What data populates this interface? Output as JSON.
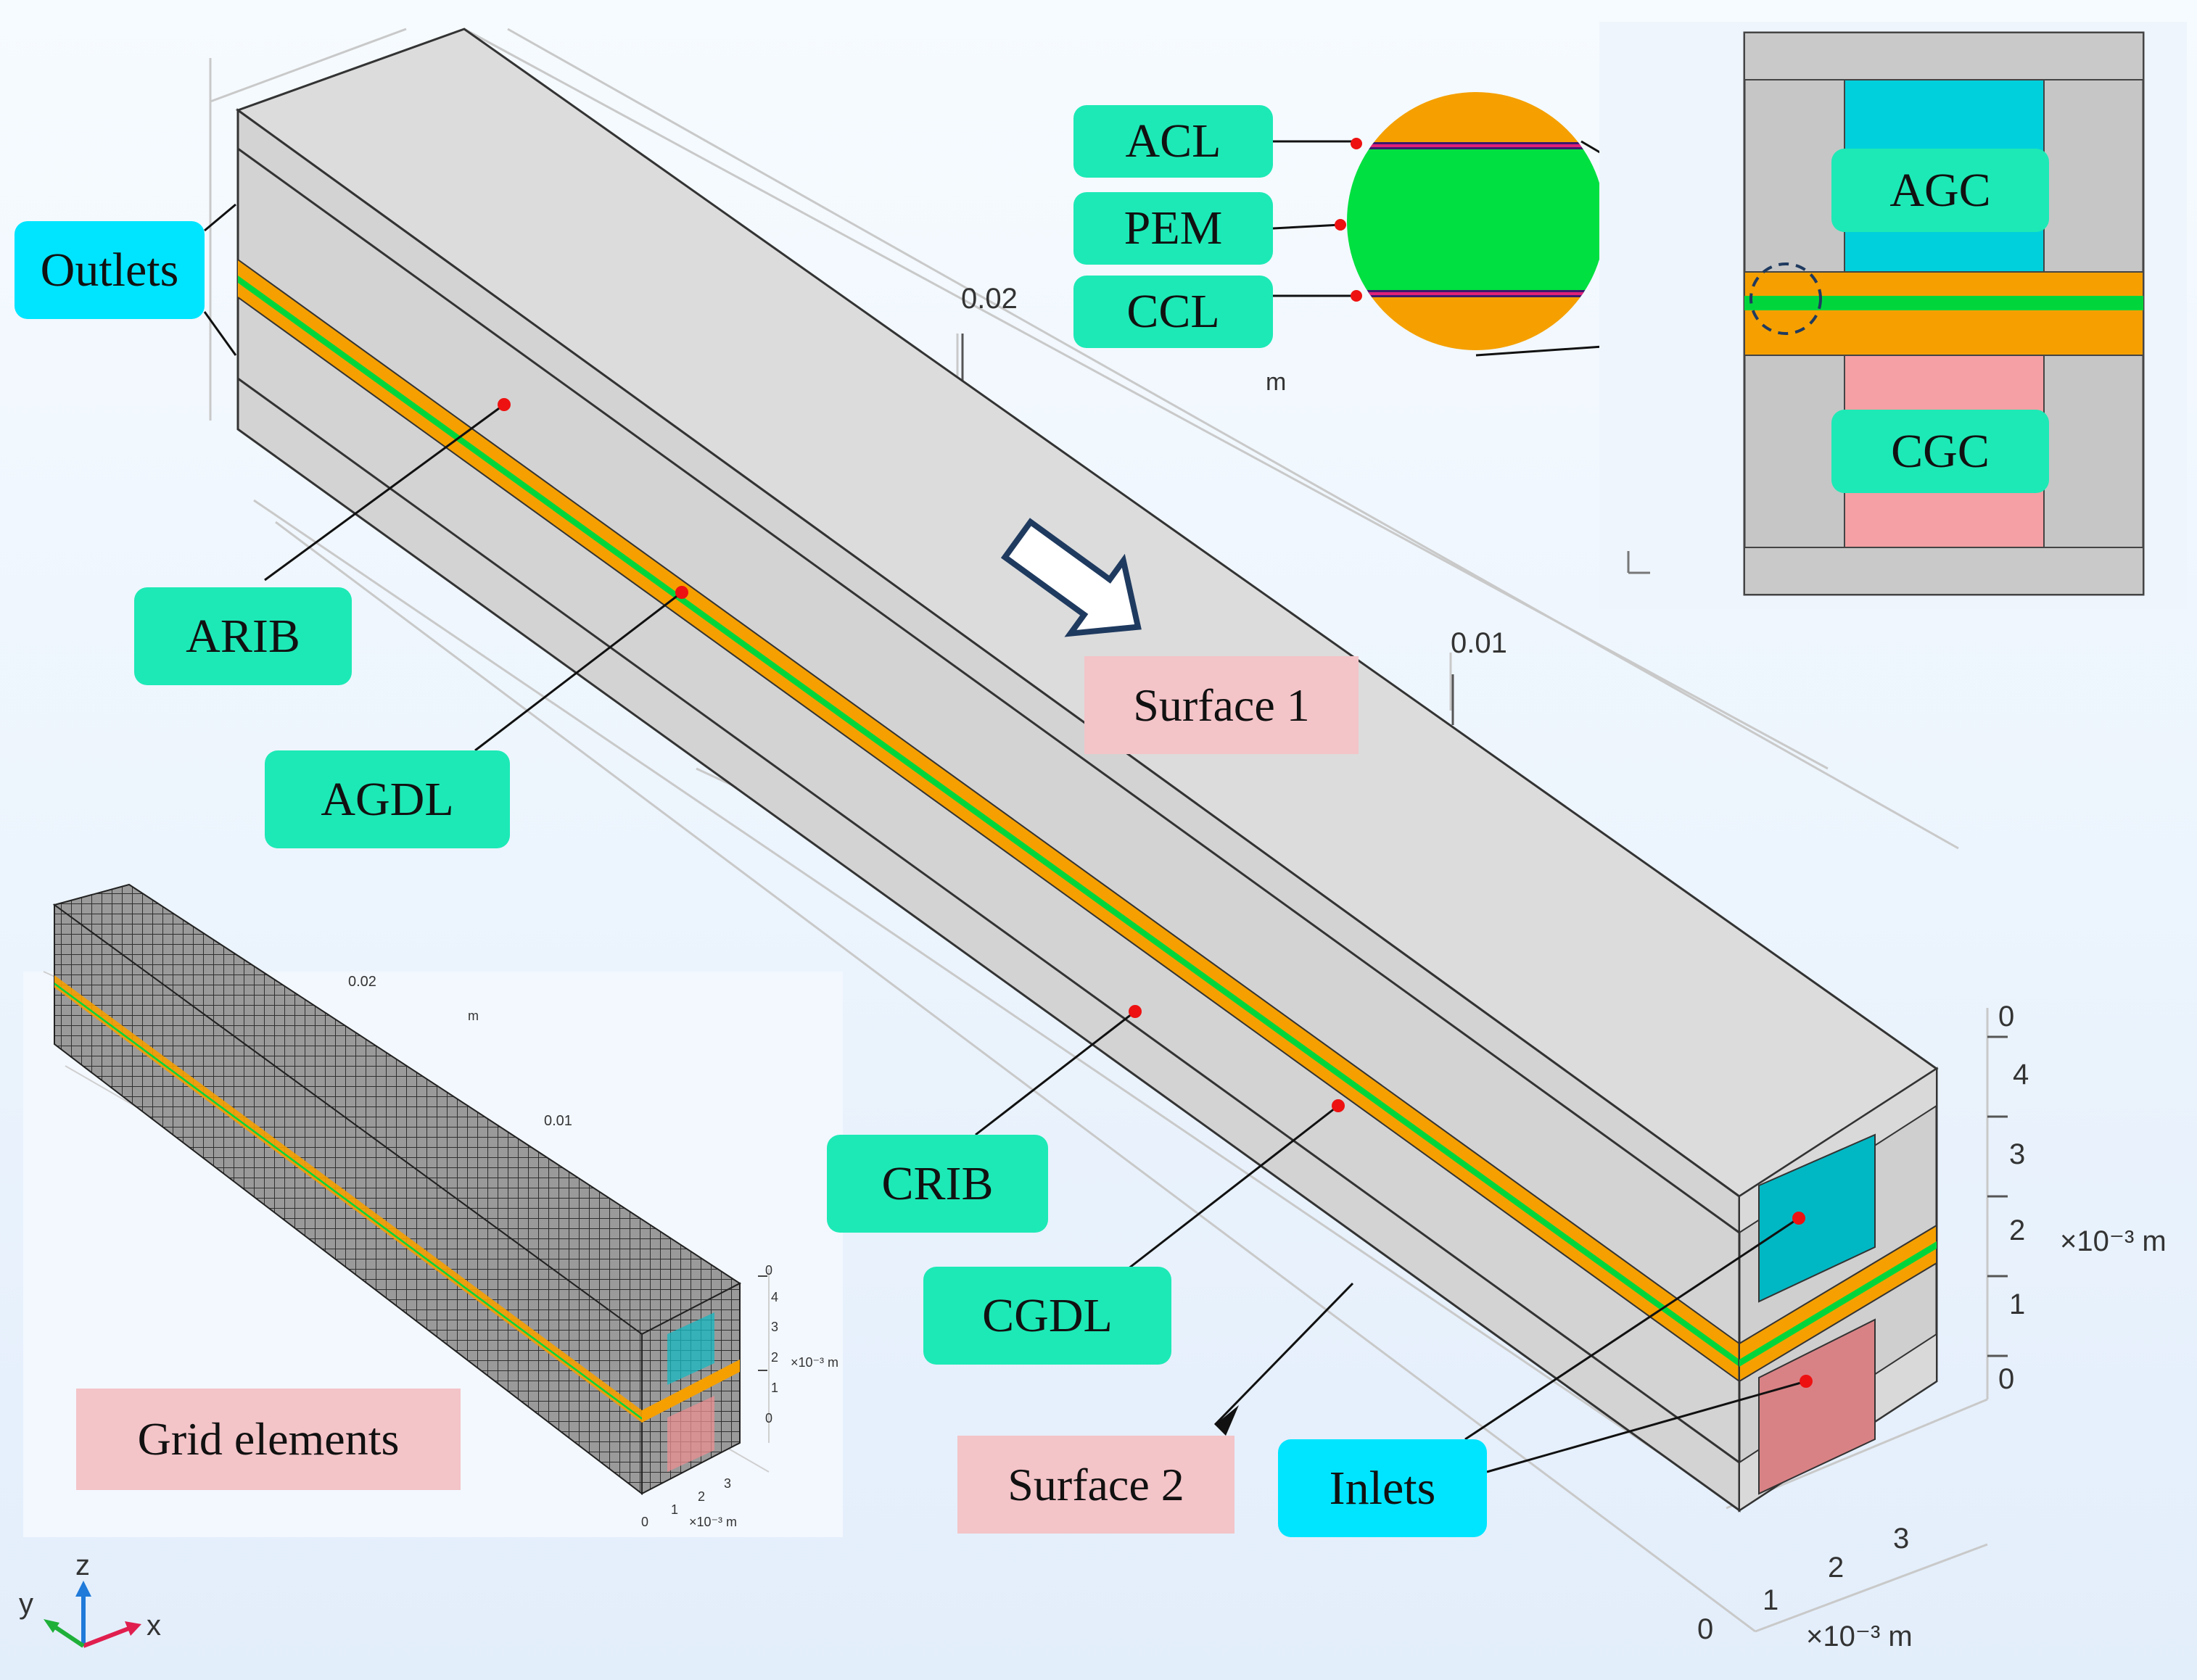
{
  "layer_labels": {
    "acl": "ACL",
    "pem": "PEM",
    "ccl": "CCL",
    "agc": "AGC",
    "cgc": "CGC",
    "arib": "ARIB",
    "agdl": "AGDL",
    "crib": "CRIB",
    "cgdl": "CGDL"
  },
  "port_labels": {
    "outlets": "Outlets",
    "inlets": "Inlets"
  },
  "surface_labels": {
    "surface1": "Surface 1",
    "surface2": "Surface 2",
    "grid": "Grid elements"
  },
  "main_axes": {
    "y_tick_1": "0.02",
    "y_tick_2": "0.01",
    "y_unit": "m",
    "z_ticks": [
      "0",
      "4",
      "3",
      "2",
      "1",
      "0"
    ],
    "z_unit": "×10⁻³ m",
    "x_ticks": [
      "0",
      "1",
      "2",
      "3"
    ],
    "x_unit": "×10⁻³ m"
  },
  "inset_axes": {
    "y_tick_1": "0.02",
    "y_tick_2": "0.01",
    "y_unit": "m",
    "z_ticks": [
      "0",
      "4",
      "3",
      "2",
      "1",
      "0"
    ],
    "z_unit": "×10⁻³ m",
    "x_ticks": [
      "0",
      "1",
      "2",
      "3"
    ],
    "x_unit": "×10⁻³ m"
  },
  "triad": {
    "x": "x",
    "y": "y",
    "z": "z"
  },
  "colors": {
    "gdl": "#f5a000",
    "membrane": "#00d63c",
    "anode_channel": "#00c8d7",
    "cathode_channel": "#e98d90",
    "solid": "#cfcfcf",
    "tag_green": "#1de9b6",
    "tag_cyan": "#00e5ff",
    "tag_pink": "#f3c4c8"
  }
}
